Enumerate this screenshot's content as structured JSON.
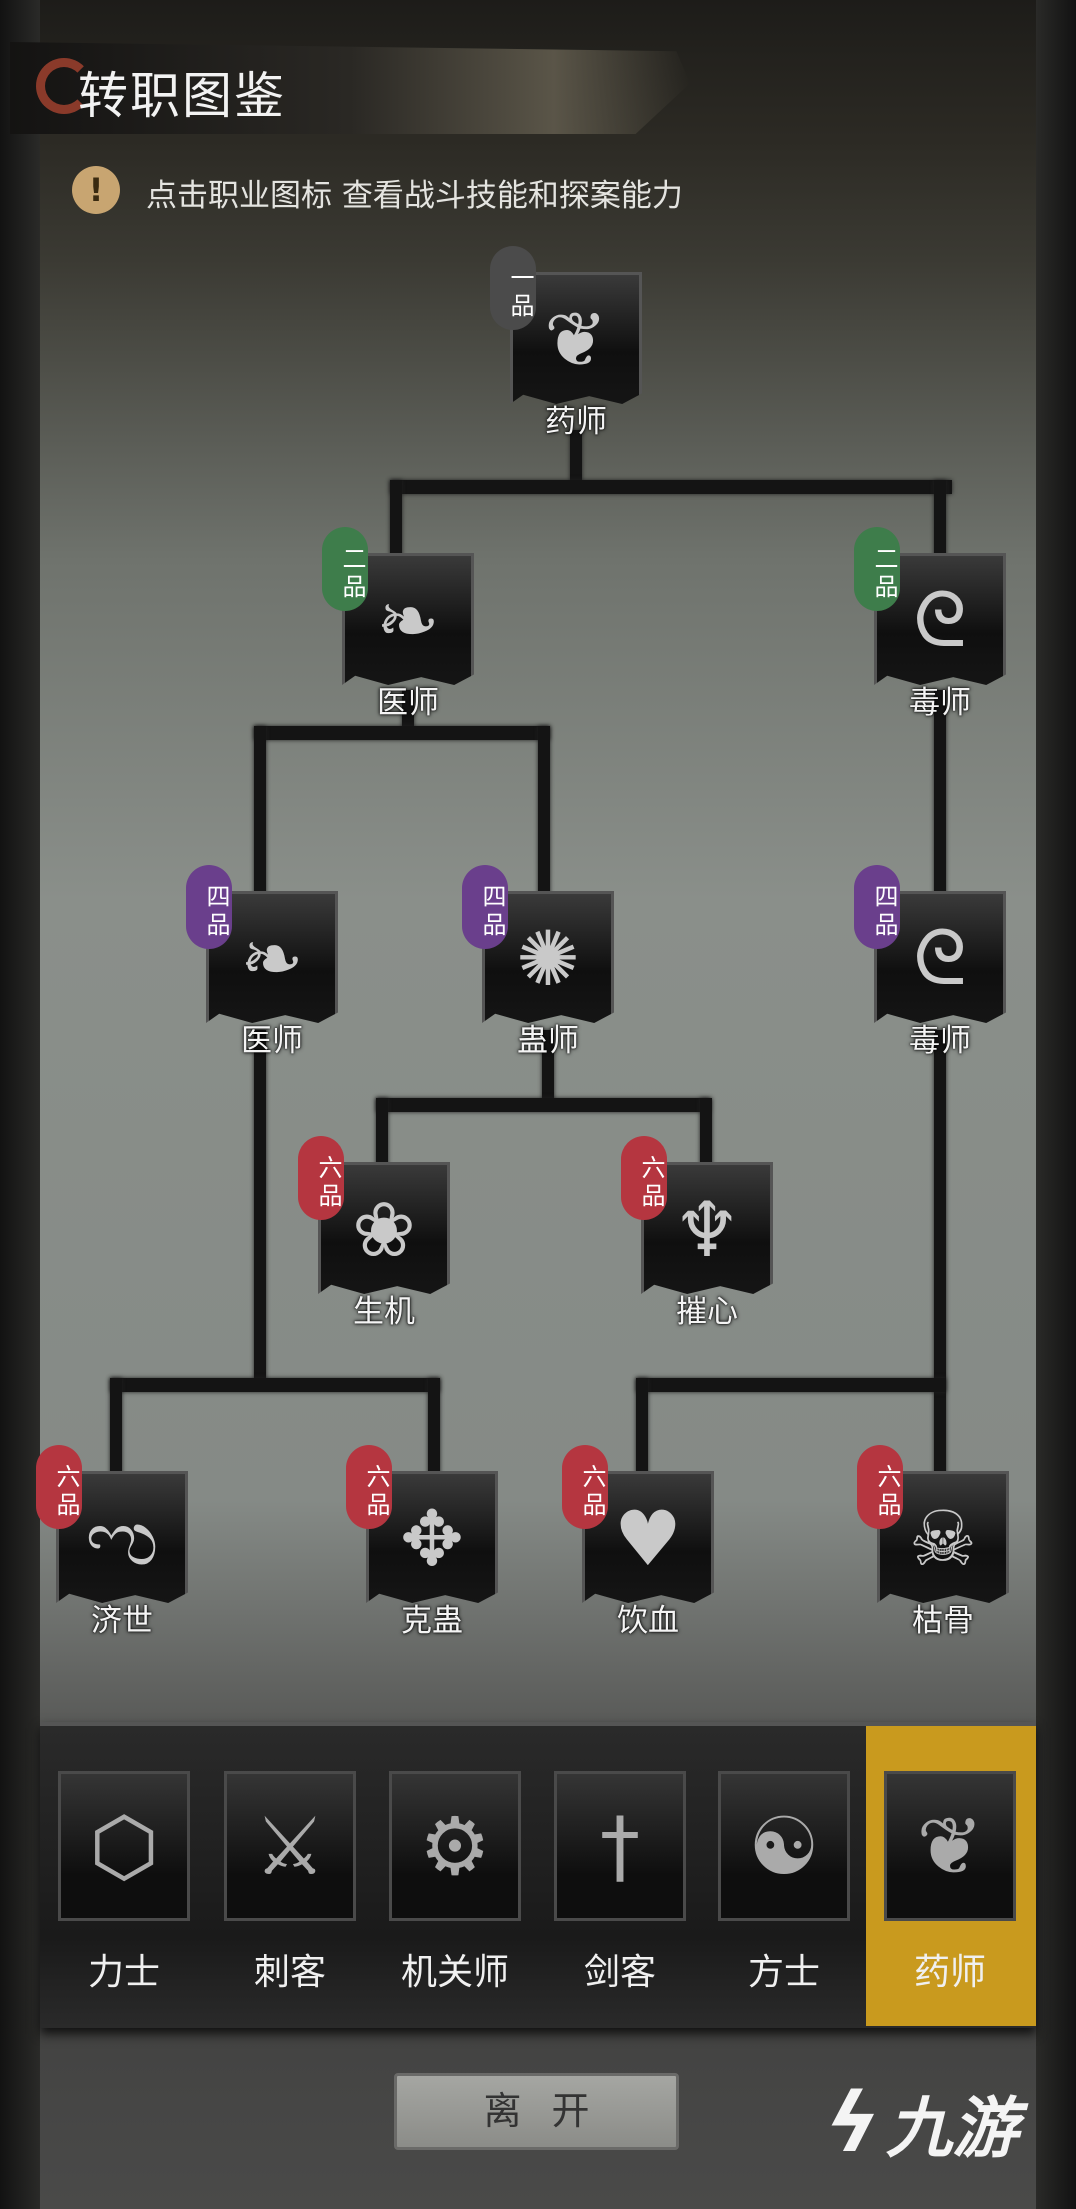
{
  "header": {
    "title": "转职图鉴",
    "hint": "点击职业图标 查看战斗技能和探案能力"
  },
  "tree": {
    "root": {
      "rank": "一品",
      "name": "药师"
    },
    "t2_left": {
      "rank": "二品",
      "name": "医师"
    },
    "t2_right": {
      "rank": "二品",
      "name": "毒师"
    },
    "t4_a": {
      "rank": "四品",
      "name": "医师"
    },
    "t4_b": {
      "rank": "四品",
      "name": "蛊师"
    },
    "t4_c": {
      "rank": "四品",
      "name": "毒师"
    },
    "t6_a": {
      "rank": "六品",
      "name": "生机"
    },
    "t6_b": {
      "rank": "六品",
      "name": "摧心"
    },
    "t6_c": {
      "rank": "六品",
      "name": "济世"
    },
    "t6_d": {
      "rank": "六品",
      "name": "克蛊"
    },
    "t6_e": {
      "rank": "六品",
      "name": "饮血"
    },
    "t6_f": {
      "rank": "六品",
      "name": "枯骨"
    }
  },
  "classes": [
    {
      "name": "力士",
      "icon": "shield-eye-icon"
    },
    {
      "name": "刺客",
      "icon": "dagger-claw-icon"
    },
    {
      "name": "机关师",
      "icon": "gears-icon"
    },
    {
      "name": "剑客",
      "icon": "sword-icon"
    },
    {
      "name": "方士",
      "icon": "yin-yang-icon"
    },
    {
      "name": "药师",
      "icon": "gourd-icon",
      "selected": true
    }
  ],
  "footer": {
    "leave": "离开",
    "watermark": "九游"
  },
  "colors": {
    "rank1": "#4b4b4b",
    "rank2": "#3e7d4b",
    "rank4": "#6a3f8c",
    "rank6": "#b53640",
    "selected": "#c99a1e"
  }
}
